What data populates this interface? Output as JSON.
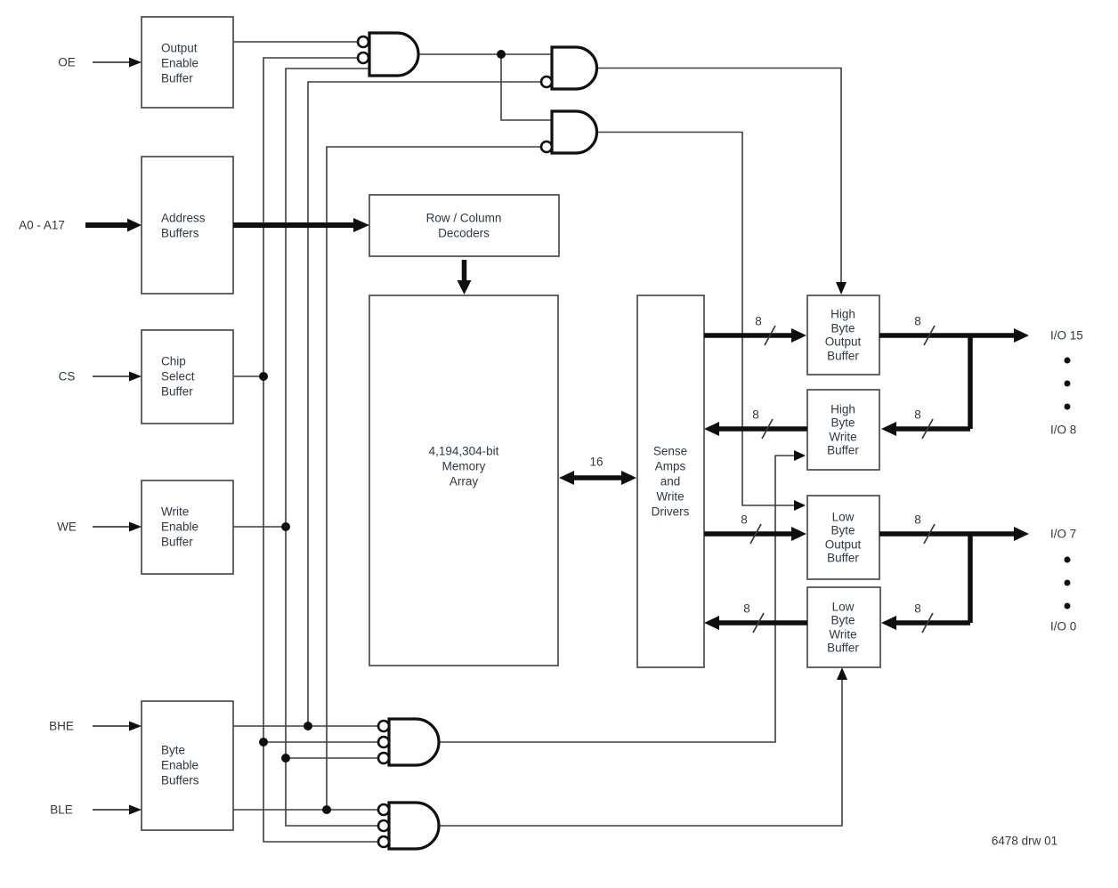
{
  "ports": {
    "oe": "OE",
    "addr": "A0 - A17",
    "cs": "CS",
    "we": "WE",
    "bhe": "BHE",
    "ble": "BLE"
  },
  "blocks": {
    "oe_buf": {
      "l1": "Output",
      "l2": "Enable",
      "l3": "Buffer"
    },
    "addr_buf": {
      "l1": "Address",
      "l2": "Buffers"
    },
    "cs_buf": {
      "l1": "Chip",
      "l2": "Select",
      "l3": "Buffer"
    },
    "we_buf": {
      "l1": "Write",
      "l2": "Enable",
      "l3": "Buffer"
    },
    "be_buf": {
      "l1": "Byte",
      "l2": "Enable",
      "l3": "Buffers"
    },
    "decoders": {
      "l1": "Row / Column",
      "l2": "Decoders"
    },
    "memory": {
      "l1": "4,194,304-bit",
      "l2": "Memory",
      "l3": "Array"
    },
    "sense": {
      "l1": "Sense",
      "l2": "Amps",
      "l3": "and",
      "l4": "Write",
      "l5": "Drivers"
    },
    "hbob": {
      "l1": "High",
      "l2": "Byte",
      "l3": "Output",
      "l4": "Buffer"
    },
    "hbwb": {
      "l1": "High",
      "l2": "Byte",
      "l3": "Write",
      "l4": "Buffer"
    },
    "lbob": {
      "l1": "Low",
      "l2": "Byte",
      "l3": "Output",
      "l4": "Buffer"
    },
    "lbwb": {
      "l1": "Low",
      "l2": "Byte",
      "l3": "Write",
      "l4": "Buffer"
    }
  },
  "bus": {
    "eight": "8",
    "sixteen": "16"
  },
  "io": {
    "io15": "I/O 15",
    "io8": "I/O 8",
    "io7": "I/O 7",
    "io0": "I/O 0"
  },
  "footer": "6478 drw 01"
}
